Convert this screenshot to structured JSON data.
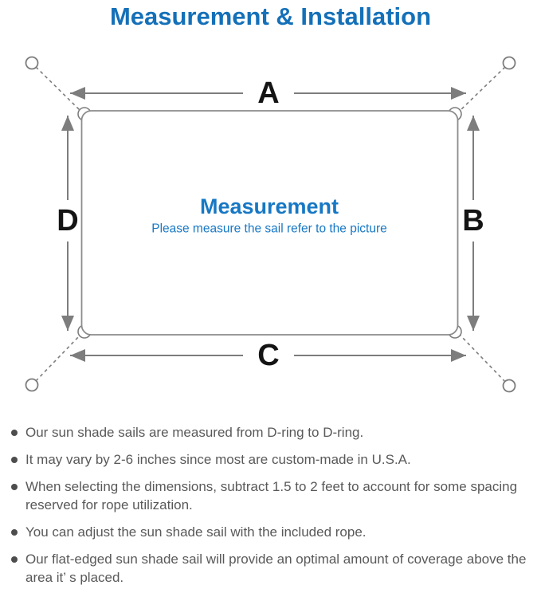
{
  "page_title": "Measurement & Installation",
  "colors": {
    "accent_blue": "#1470b8",
    "diagram_line_gray": "#7d7d7d",
    "note_text_gray": "#595959"
  },
  "diagram": {
    "labels": {
      "top": "A",
      "right": "B",
      "bottom": "C",
      "left": "D"
    },
    "center_title": "Measurement",
    "center_subtitle": "Please measure the sail refer to the picture"
  },
  "notes": {
    "items": [
      {
        "text": "Our sun shade sails are measured from D-ring to D-ring."
      },
      {
        "text": "It may vary by 2-6 inches since most are custom-made in U.S.A."
      },
      {
        "text": "When selecting the dimensions, subtract 1.5 to 2 feet to account for some spacing reserved for rope utilization."
      },
      {
        "text": "You can adjust the sun shade sail with the included rope."
      },
      {
        "text": "Our flat-edged sun shade sail will provide an optimal amount of coverage above the area it’ s placed."
      }
    ]
  }
}
